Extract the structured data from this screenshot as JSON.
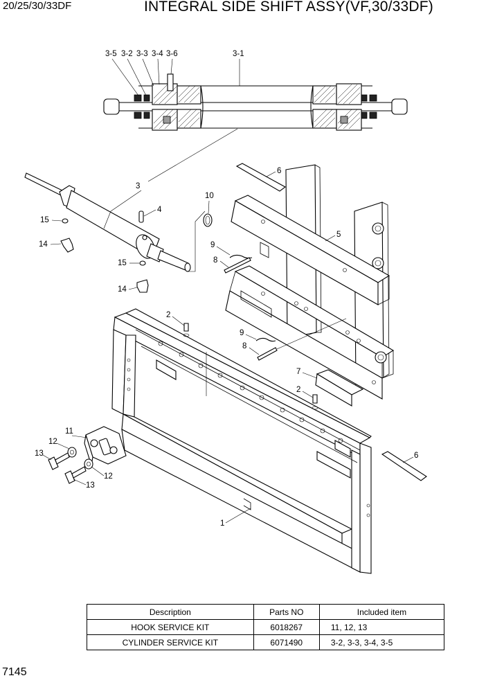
{
  "header": {
    "model_code": "20/25/30/33DF",
    "title": "INTEGRAL SIDE SHIFT ASSY(VF,30/33DF)"
  },
  "callouts": {
    "c3_5": "3-5",
    "c3_2": "3-2",
    "c3_3": "3-3",
    "c3_4": "3-4",
    "c3_6": "3-6",
    "c3_1": "3-1",
    "c3": "3",
    "c6a": "6",
    "c10": "10",
    "c4": "4",
    "c15a": "15",
    "c14a": "14",
    "c5": "5",
    "c9a": "9",
    "c8a": "8",
    "c15b": "15",
    "c14b": "14",
    "c2a": "2",
    "c9b": "9",
    "c8b": "8",
    "c7": "7",
    "c2b": "2",
    "c11": "11",
    "c12a": "12",
    "c13a": "13",
    "c12b": "12",
    "c13b": "13",
    "c6b": "6",
    "c1": "1"
  },
  "kits_table": {
    "headers": [
      "Description",
      "Parts NO",
      "Included item"
    ],
    "rows": [
      [
        "HOOK SERVICE KIT",
        "6018267",
        "11, 12, 13"
      ],
      [
        "CYLINDER SERVICE KIT",
        "6071490",
        "3-2, 3-3, 3-4, 3-5"
      ]
    ]
  },
  "footer": {
    "page_number": "7145"
  }
}
